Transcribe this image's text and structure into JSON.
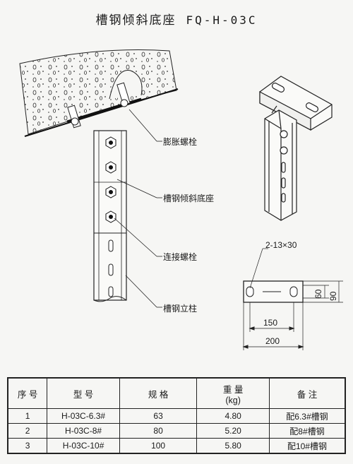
{
  "title": {
    "name": "槽钢倾斜底座",
    "code": "FQ-H-03C"
  },
  "labels": {
    "expansion_bolt": "膨胀螺栓",
    "channel_base": "槽钢倾斜底座",
    "connecting_bolt": "连接螺栓",
    "channel_column": "槽钢立柱"
  },
  "dimensions": {
    "holes": "2-13×30",
    "inner_width": "150",
    "outer_width": "200",
    "height_60": "60",
    "height_90": "90"
  },
  "table": {
    "headers": [
      "序 号",
      "型 号",
      "规 格",
      "重 量\n(kg)",
      "备 注"
    ],
    "rows": [
      [
        "1",
        "H-03C-6.3#",
        "63",
        "4.80",
        "配6.3#槽钢"
      ],
      [
        "2",
        "H-03C-8#",
        "80",
        "5.20",
        "配8#槽钢"
      ],
      [
        "3",
        "H-03C-10#",
        "100",
        "5.80",
        "配10#槽钢"
      ]
    ]
  }
}
